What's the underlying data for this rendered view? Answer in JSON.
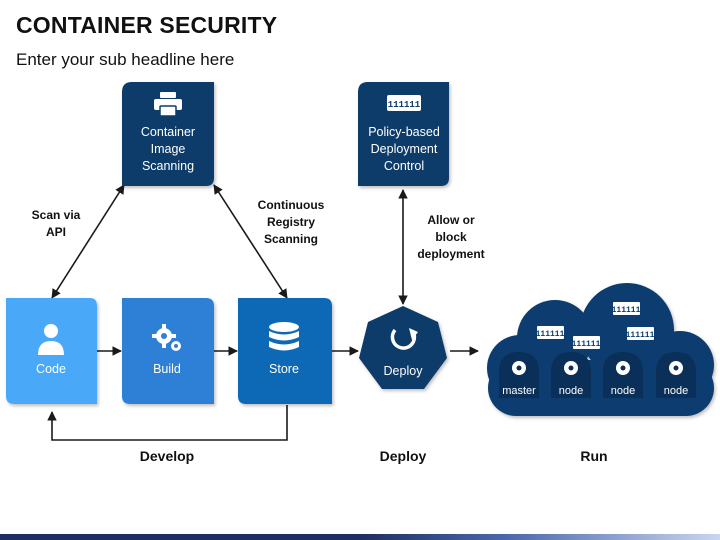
{
  "header": {
    "title": "CONTAINER SECURITY",
    "subtitle": "Enter your sub headline here"
  },
  "colors": {
    "navy": "#0f3a6b",
    "mid_blue": "#2f7fd6",
    "light_blue": "#4aa8f7",
    "store_blue": "#0d67b5",
    "cloud": "#0c3c70",
    "node": "#0a2f58"
  },
  "boxes": {
    "scanning": {
      "lines": [
        "Container",
        "Image",
        "Scanning"
      ],
      "icon": "printer-icon"
    },
    "policy": {
      "lines": [
        "Policy-based",
        "Deployment",
        "Control"
      ],
      "icon": "binary-code-icon"
    },
    "code": {
      "label": "Code",
      "icon": "user-icon"
    },
    "build": {
      "label": "Build",
      "icon": "gears-icon"
    },
    "store": {
      "label": "Store",
      "icon": "database-icon"
    },
    "deploy": {
      "label": "Deploy",
      "icon": "refresh-icon"
    }
  },
  "edge_labels": {
    "scan_via_api": [
      "Scan via",
      "API"
    ],
    "registry_scanning": [
      "Continuous",
      "Registry",
      "Scanning"
    ],
    "allow_block": [
      "Allow or",
      "block",
      "deployment"
    ]
  },
  "stages": {
    "develop": "Develop",
    "deploy": "Deploy",
    "run": "Run"
  },
  "cluster": {
    "nodes": [
      "master",
      "node",
      "node",
      "node"
    ],
    "container_icon": "binary-code-icon",
    "container_text": "111111"
  }
}
